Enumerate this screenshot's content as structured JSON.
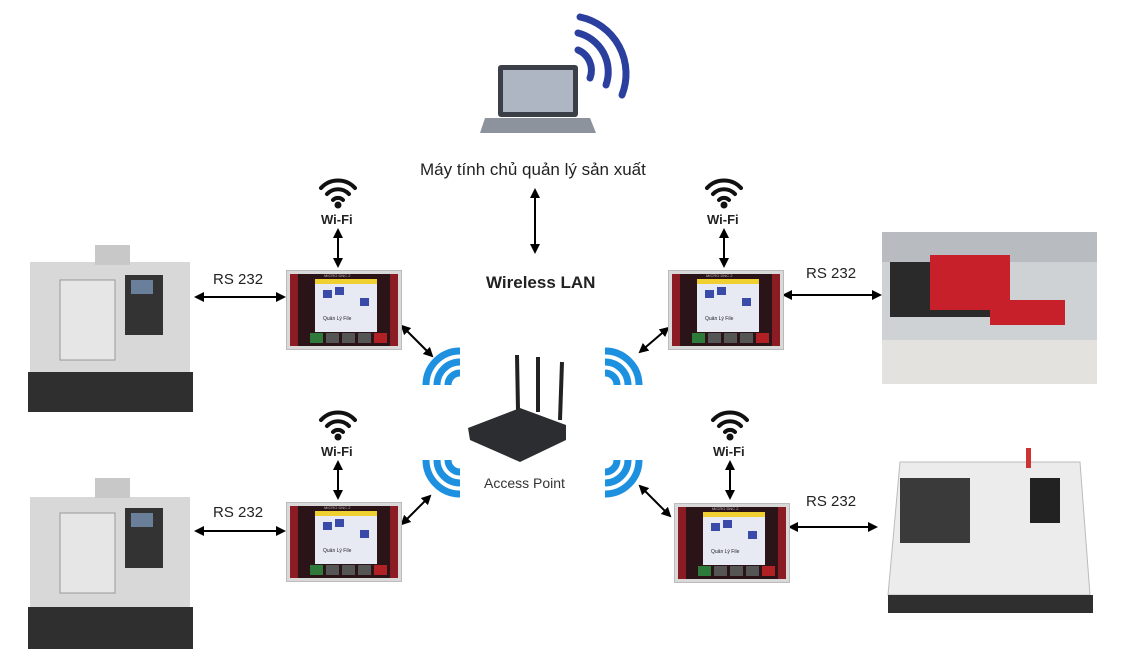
{
  "server": {
    "label": "Máy tính chủ quản lý sản xuất",
    "icon": "laptop-icon"
  },
  "network": {
    "label": "Wireless LAN"
  },
  "access_point": {
    "label": "Access Point",
    "icon": "router-icon"
  },
  "controllers": [
    {
      "wifi_label": "Wi-Fi",
      "link_label": "RS 232",
      "model": "MICRO DNC 2",
      "screen_text": "Quản Lý File",
      "machine": "cnc-milling-machine"
    },
    {
      "wifi_label": "Wi-Fi",
      "link_label": "RS 232",
      "model": "MICRO DNC 2",
      "screen_text": "Quản Lý File",
      "machine": "turret-punch-press"
    },
    {
      "wifi_label": "Wi-Fi",
      "link_label": "RS 232",
      "model": "MICRO DNC 2",
      "screen_text": "Quản Lý File",
      "machine": "cnc-milling-machine"
    },
    {
      "wifi_label": "Wi-Fi",
      "link_label": "RS 232",
      "model": "MICRO DNC 2",
      "screen_text": "Quản Lý File",
      "machine": "cnc-lathe"
    }
  ],
  "colors": {
    "wifi_blue": "#1e90e0",
    "laptop_wifi": "#2b3f9e",
    "arrow": "#000000",
    "controller_red": "#8c1c24"
  }
}
